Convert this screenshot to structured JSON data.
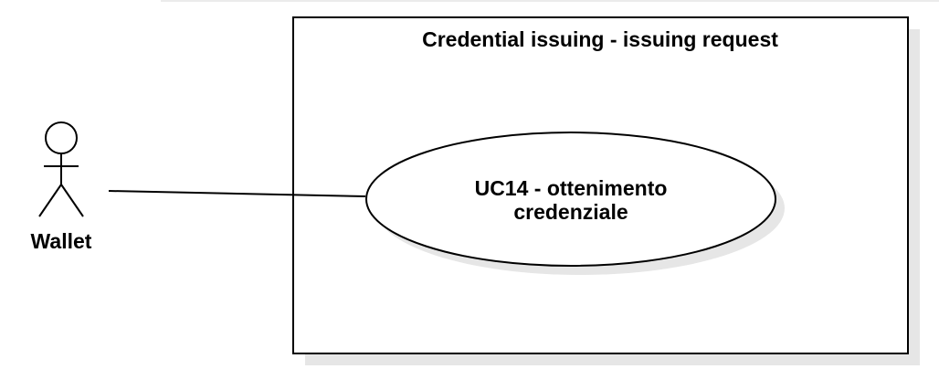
{
  "diagram": {
    "system_boundary": {
      "title": "Credential issuing - issuing request"
    },
    "actor": {
      "name": "Wallet"
    },
    "use_case": {
      "line1": "UC14 - ottenimento",
      "line2": "credenziale"
    },
    "colors": {
      "stroke": "#000000",
      "fill": "#ffffff",
      "shadow": "#e6e6e6"
    }
  }
}
